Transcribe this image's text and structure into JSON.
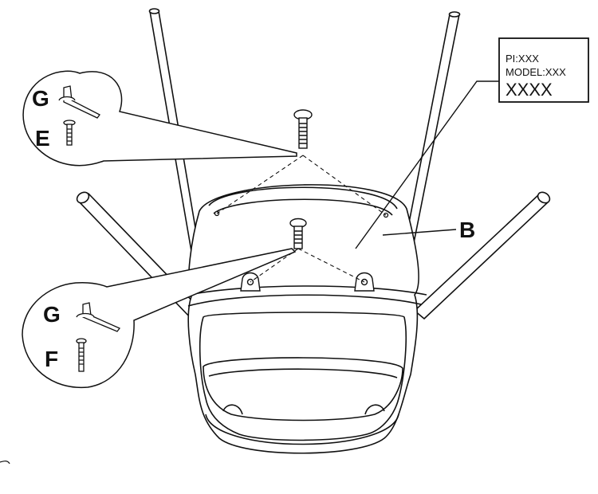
{
  "label_box": {
    "line1": "PI:XXX",
    "line2": "MODEL:XXX",
    "line3": "XXXX"
  },
  "callouts": {
    "top": {
      "tool": "G",
      "part": "E"
    },
    "bottom": {
      "tool": "G",
      "part": "F"
    }
  },
  "part_b": "B",
  "colors": {
    "ink": "#111111",
    "paper": "#ffffff"
  }
}
